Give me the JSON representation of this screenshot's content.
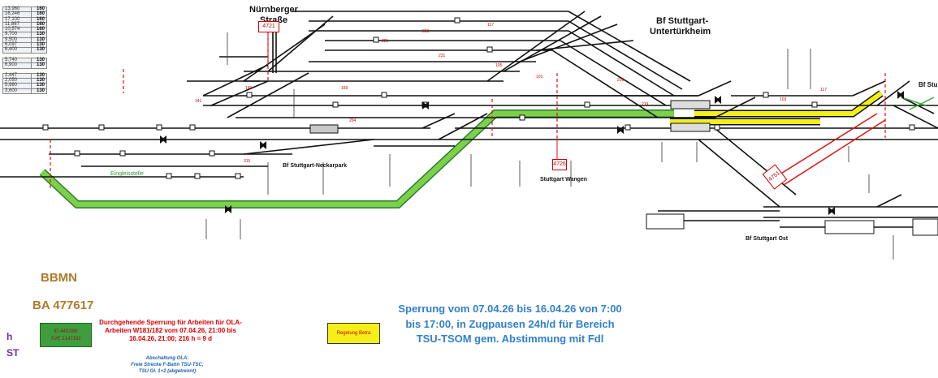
{
  "km_table": {
    "rows": [
      {
        "km": "13,960",
        "val": "160"
      },
      {
        "km": "16,246",
        "val": "160"
      },
      {
        "km": "17,100",
        "val": "160"
      },
      {
        "km": "11,867",
        "val": "160"
      },
      {
        "km": "10,574",
        "val": "160"
      },
      {
        "km": "9,700",
        "val": "130"
      },
      {
        "km": "9,500",
        "val": "130"
      },
      {
        "km": "6,097",
        "val": "130"
      },
      {
        "km": "6,400",
        "val": "130"
      },
      {
        "km": "",
        "val": ""
      },
      {
        "km": "5,740",
        "val": "130"
      },
      {
        "km": "6,900",
        "val": "130"
      },
      {
        "km": "",
        "val": ""
      },
      {
        "km": "2,447",
        "val": "130"
      },
      {
        "km": "2,050",
        "val": "130"
      },
      {
        "km": "5,980",
        "val": "130"
      },
      {
        "km": "3,600",
        "val": "130"
      }
    ]
  },
  "stations": {
    "nuernberger": "Nürnberger Straße",
    "untertuerkheim_1": "Bf Stuttgart-",
    "untertuerkheim_2": "Untertürkheim",
    "right_edge": "Bf Stu",
    "neckarpark": "Bf Stuttgart-Neckarpark",
    "wangen": "Stuttgart Wangen",
    "ost": "Bf Stuttgart Ost",
    "einglestelle": "Eingleisstelle"
  },
  "box_numbers": {
    "b4721": "4721",
    "b4726": "4726",
    "b4751": "4751"
  },
  "legend": {
    "bbmn": "BBMN",
    "ba": "BA 477617",
    "h": "h",
    "st": "ST",
    "green_box_line1": "ID 445289/",
    "green_box_line2": "SVE 2147162",
    "red_text": "Durchgehende Sperrung für Arbeiten für OLA-Arbeiten W181/182 vom 07.04.26, 21:00 bis 16.04.26, 21:00; 216 h = 9 d",
    "blue_small_1": "Abschaltung OLA:",
    "blue_small_2": "Freie Strecke F-Bahn TSU-TSC;",
    "blue_small_3": "TSU Gl. 1+2 (abgetrennt)",
    "yellow_box": "Regelung Betra",
    "blue_big": "Sperrung vom 07.04.26  bis 16.04.26 von 7:00 bis 17:00, in Zugpausen 24h/d für Bereich TSU-TSOM gem. Abstimmung mit Fdl"
  },
  "colors": {
    "track": "#111111",
    "closure_green": "#7bd14a",
    "closure_yellow": "#f2ef1a",
    "marker_red": "#e01010",
    "heading_brown": "#b07a2c",
    "note_blue": "#2f7fd0",
    "h_st_purple": "#6a2db0"
  }
}
